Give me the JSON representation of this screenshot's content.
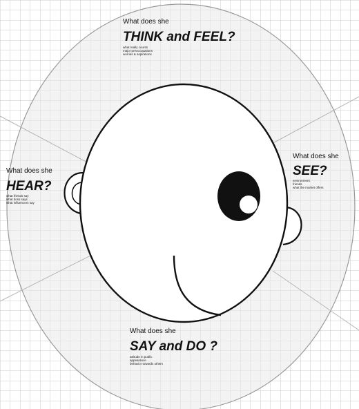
{
  "colors": {
    "grid": "#c9c9c9",
    "ellipse_fill": "#e9e9e9",
    "ink": "#111111",
    "face_fill": "#ffffff"
  },
  "sections": {
    "think_feel": {
      "question": "What does she",
      "heading": "THINK and FEEL?",
      "notes": [
        "what really counts",
        "major preoccupations",
        "worries & aspirations"
      ]
    },
    "hear": {
      "question": "What does she",
      "heading": "HEAR?",
      "notes": [
        "what friends say",
        "what boss says",
        "what influencers say"
      ]
    },
    "see": {
      "question": "What does she",
      "heading": "SEE?",
      "notes": [
        "environment",
        "friends",
        "what the market offers"
      ]
    },
    "say_do": {
      "question": "What does she",
      "heading": "SAY and DO ?",
      "notes": [
        "attitude in public",
        "appearance",
        "behavior towards others"
      ]
    }
  }
}
